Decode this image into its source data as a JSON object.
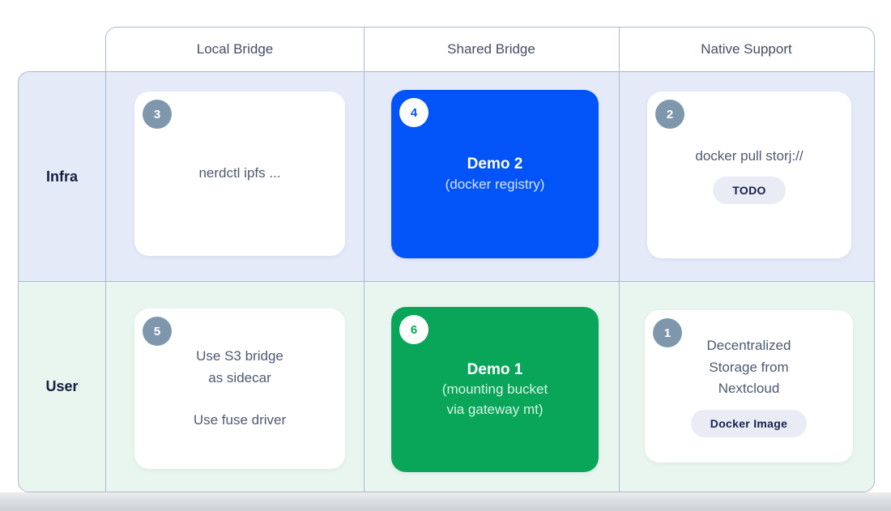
{
  "header": {
    "columns": [
      {
        "label": "Local Bridge"
      },
      {
        "label": "Shared Bridge"
      },
      {
        "label": "Native Support"
      }
    ]
  },
  "rows": [
    {
      "label": "Infra"
    },
    {
      "label": "User"
    }
  ],
  "cards": {
    "infra_local": {
      "badge": "3",
      "text": "nerdctl ipfs ..."
    },
    "infra_shared": {
      "badge": "4",
      "title": "Demo 2",
      "subtitle": "(docker registry)"
    },
    "infra_native": {
      "badge": "2",
      "text": "docker pull storj://",
      "pill": "TODO"
    },
    "user_local": {
      "badge": "5",
      "text": "Use S3 bridge\nas sidecar\n\nUse fuse driver"
    },
    "user_shared": {
      "badge": "6",
      "title": "Demo 1",
      "subtitle": "(mounting bucket\nvia gateway mt)"
    },
    "user_native": {
      "badge": "1",
      "text": "Decentralized\nStorage from\nNextcloud",
      "pill": "Docker Image"
    }
  },
  "colors": {
    "accent_blue": "#0254f8",
    "accent_green": "#09a65a",
    "badge_gray": "#7e97ad",
    "row_infra_bg": "#e4eaf8",
    "row_user_bg": "#e9f6ef",
    "grid_border": "#a9bacf",
    "pill_bg": "#e9ecf4",
    "label_navy": "#13203f"
  }
}
